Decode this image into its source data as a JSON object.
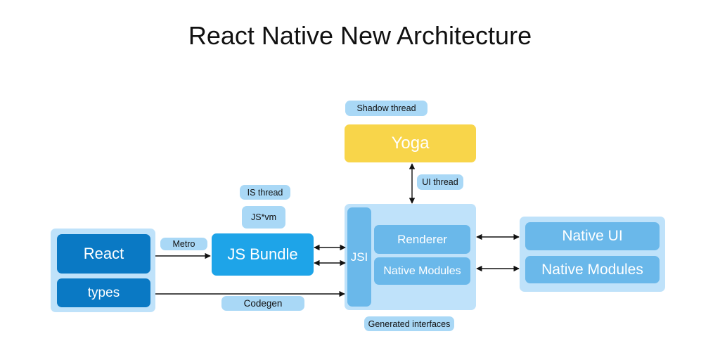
{
  "title": "React Native New Architecture",
  "labels": {
    "shadow_thread": "Shadow thread",
    "ui_thread": "UI thread",
    "is_thread": "IS thread",
    "js_vm": "JS*vm",
    "metro": "Metro",
    "codegen": "Codegen",
    "generated_interfaces": "Generated interfaces"
  },
  "boxes": {
    "yoga": "Yoga",
    "react": "React",
    "types": "types",
    "js_bundle": "JS Bundle",
    "jsi": "JSI",
    "renderer": "Renderer",
    "native_modules_core": "Native Modules",
    "native_ui": "Native UI",
    "native_modules_platform": "Native Modules"
  },
  "colors": {
    "dark_blue": "#0a79c4",
    "medium_blue": "#1ea4e8",
    "light_blue": "#bfe2fa",
    "inner_blue": "#6ab8ea",
    "pill_blue": "#a9d8f6",
    "yellow": "#f8d54a"
  }
}
